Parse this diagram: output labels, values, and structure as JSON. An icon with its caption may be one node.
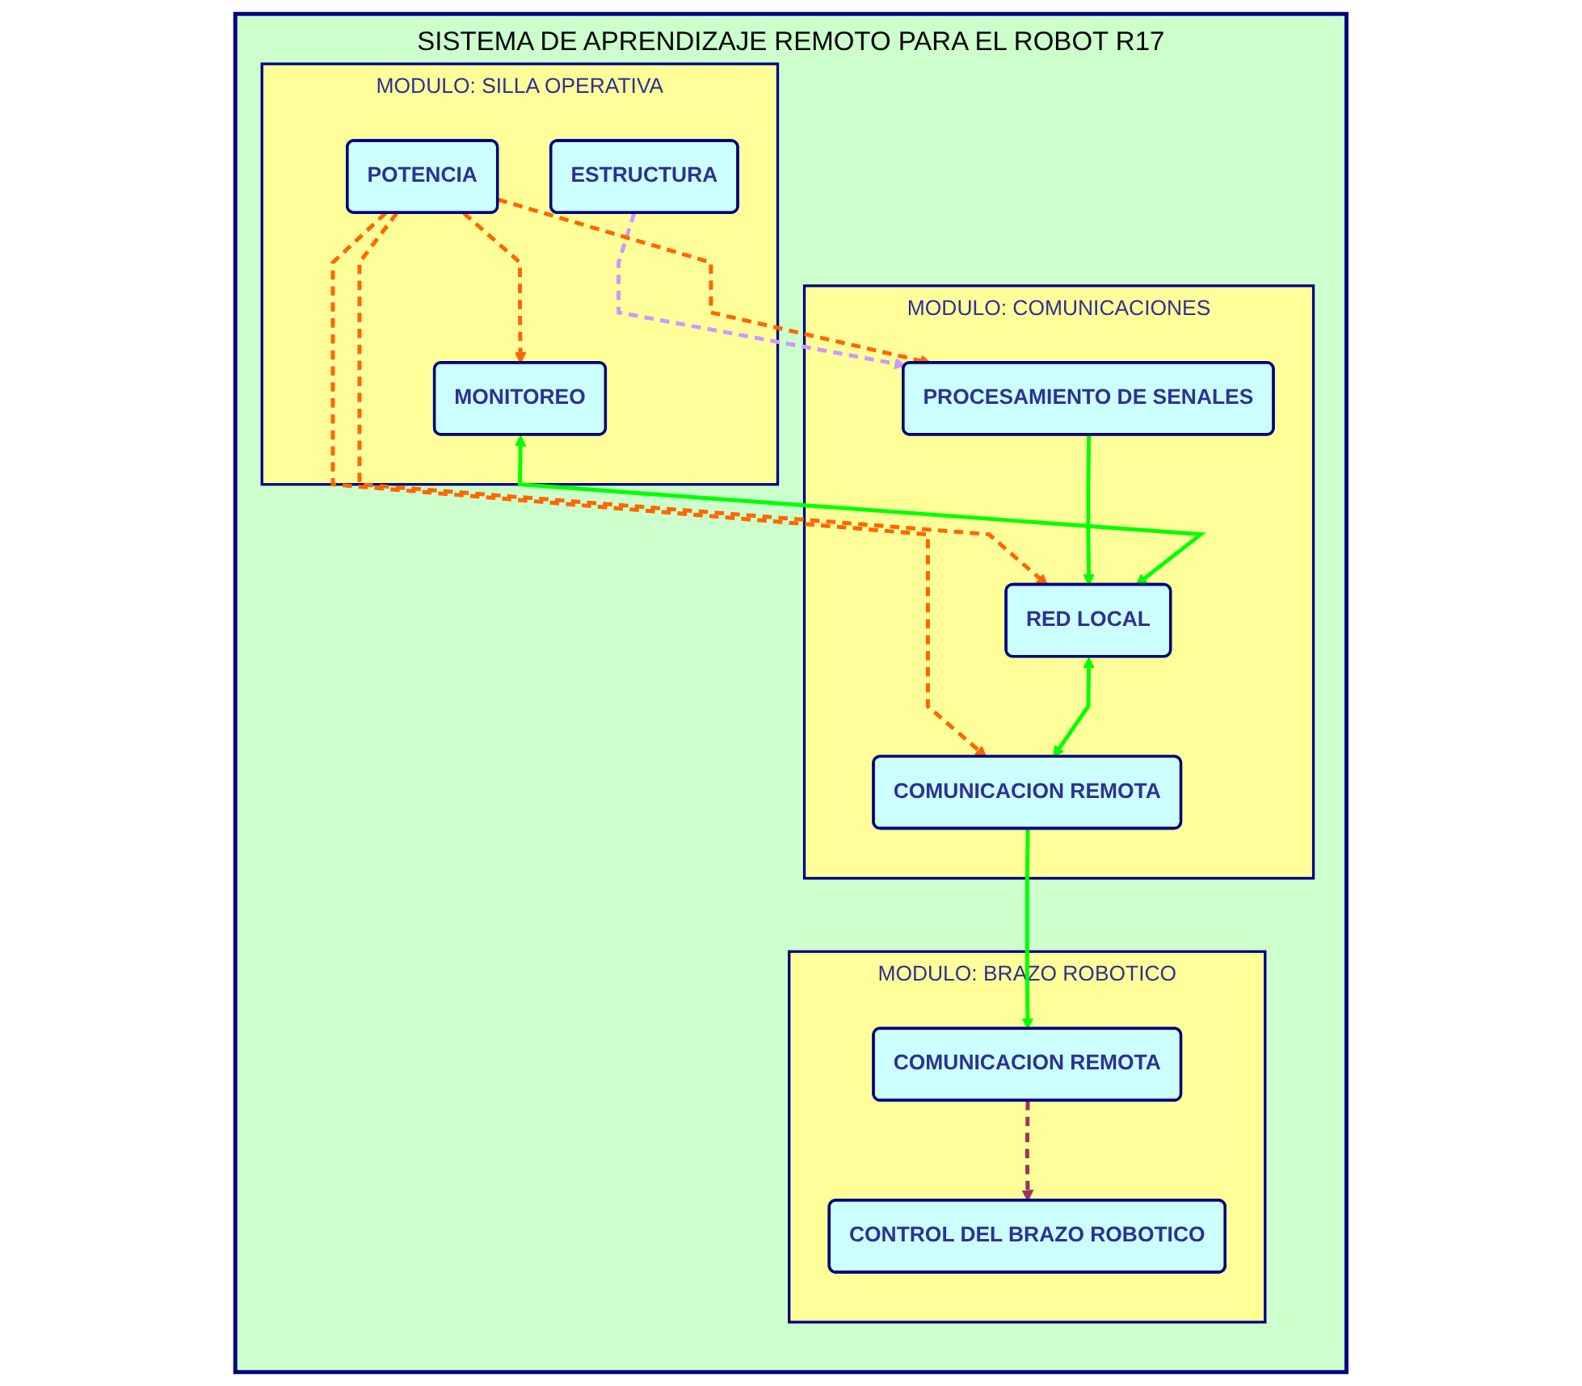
{
  "diagram": {
    "nodes": [
      {
        "text": [
          "SISTEMA DE APRENDIZAJE REMOTO PARA EL ROBOT R17"
        ]
      },
      {
        "text": [
          "MODULO: SILLA OPERATIVA"
        ],
        "in": 0
      },
      {
        "text": [
          "ESTRUCTURA"
        ],
        "in": 1
      },
      {
        "text": [
          "POTENCIA"
        ],
        "in": 1
      },
      {
        "text": [
          "MONITOREO"
        ],
        "in": 1
      },
      {
        "text": [
          "MODULO: COMUNICACIONES"
        ],
        "in": 0
      },
      {
        "text": [
          "PROCESAMIENTO DE SENALES"
        ],
        "in": 5
      },
      {
        "text": [
          "RED LOCAL"
        ],
        "in": 5
      },
      {
        "text": [
          "COMUNICACION REMOTA"
        ],
        "in": 5
      },
      {
        "text": [
          "MODULO: BRAZO ROBOTICO"
        ],
        "in": 0
      },
      {
        "text": [
          "COMUNICACION REMOTA"
        ],
        "in": 9
      },
      {
        "text": [
          "CONTROL DEL BRAZO ROBOTICO"
        ],
        "in": 9
      }
    ],
    "edges": [
      {
        "from": 2,
        "to": 6,
        "arrow": "to",
        "style": "dashed",
        "color": "#cc99ff"
      },
      {
        "from": 3,
        "to": 6,
        "arrow": "to",
        "style": "dashed",
        "color": "#ff6600"
      },
      {
        "from": 3,
        "to": 4,
        "arrow": "to",
        "style": "dashed",
        "color": "#ff6600"
      },
      {
        "from": 3,
        "to": 7,
        "arrow": "to",
        "style": "dashed",
        "color": "#ff6600"
      },
      {
        "from": 3,
        "to": 8,
        "arrow": "to",
        "style": "dashed",
        "color": "#ff6600"
      },
      {
        "from": 6,
        "to": 7,
        "arrow": "to",
        "color": "#00ff00"
      },
      {
        "from": 4,
        "to": 7,
        "arrow": "both",
        "color": "#00ff00"
      },
      {
        "from": 7,
        "to": 8,
        "arrow": "both",
        "color": "#00ff00"
      },
      {
        "from": 8,
        "to": 10,
        "arrow": "to",
        "color": "#00ff00"
      },
      {
        "from": 10,
        "to": 11,
        "arrow": "to",
        "style": "dashed",
        "color": "#993366"
      }
    ]
  }
}
